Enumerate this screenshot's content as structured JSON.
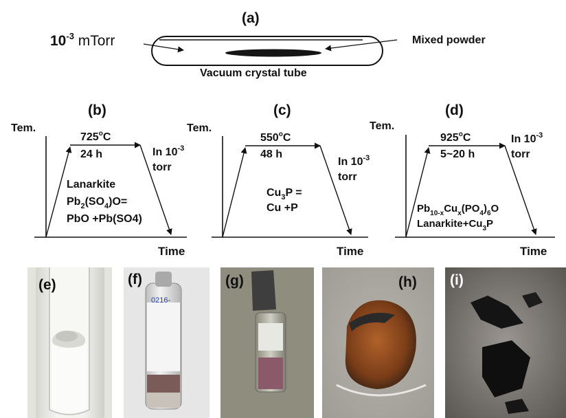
{
  "panel_a": {
    "letter": "(a)",
    "pressure_base": "10",
    "pressure_exp": "-3",
    "pressure_unit": " mTorr",
    "powder_label": "Mixed powder",
    "tube_label": "Vacuum crystal tube"
  },
  "panel_b": {
    "letter": "(b)",
    "ylabel": "Tem.",
    "xlabel": "Time",
    "temp_value": "725",
    "temp_sup": "o",
    "temp_unit": "C",
    "duration": "24 h",
    "atm_line1": "In 10",
    "atm_exp": "-3",
    "atm_line2": "torr",
    "note_line1": "Lanarkite",
    "note_l2_a": "Pb",
    "note_l2_b": "2",
    "note_l2_c": "(SO",
    "note_l2_d": "4",
    "note_l2_e": ")O=",
    "note_line3": "PbO +Pb(SO4)"
  },
  "panel_c": {
    "letter": "(c)",
    "ylabel": "Tem.",
    "xlabel": "Time",
    "temp_value": "550",
    "temp_sup": "o",
    "temp_unit": "C",
    "duration": "48 h",
    "atm_line1": "In 10",
    "atm_exp": "-3",
    "atm_line2": "torr",
    "note_l1_a": "Cu",
    "note_l1_b": "3",
    "note_l1_c": "P =",
    "note_line2": "Cu +P"
  },
  "panel_d": {
    "letter": "(d)",
    "ylabel": "Tem.",
    "xlabel": "Time",
    "temp_value": "925",
    "temp_sup": "o",
    "temp_unit": "C",
    "duration": "5~20  h",
    "atm_line1": "In 10",
    "atm_exp": "-3",
    "atm_line2": "torr",
    "note_l1_a": "Pb",
    "note_l1_b": "10-x",
    "note_l1_c": "Cu",
    "note_l1_d": "x",
    "note_l1_e": "(PO",
    "note_l1_f": "4",
    "note_l1_g": ")",
    "note_l1_h": "6",
    "note_l1_i": "O",
    "note_l2_a": "Lanarkite+Cu",
    "note_l2_b": "3",
    "note_l2_c": "P"
  },
  "photos": {
    "e": "(e)",
    "f": "(f)",
    "g": "(g)",
    "h": "(h)",
    "i": "(i)",
    "ampoule_writing": "0216-"
  },
  "colors": {
    "ink": "#111111",
    "powder_dark": "#1a1a1a"
  }
}
